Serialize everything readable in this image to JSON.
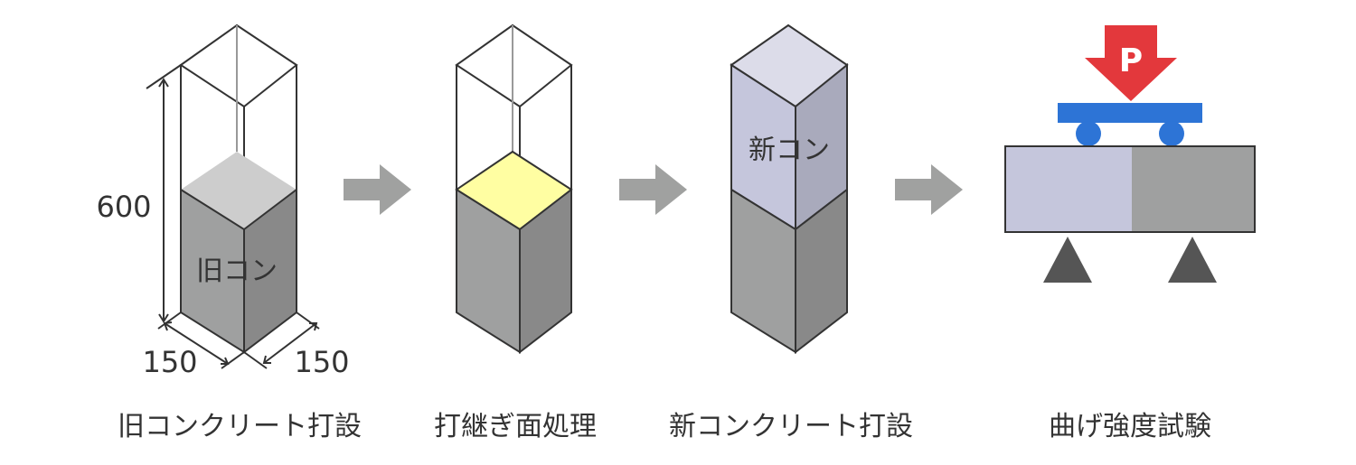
{
  "steps": [
    {
      "caption": "旧コンクリート打設",
      "label": "旧コン"
    },
    {
      "caption": "打継ぎ面処理"
    },
    {
      "caption": "新コンクリート打設",
      "label": "新コン"
    },
    {
      "caption": "曲げ強度試験",
      "load_label": "P"
    }
  ],
  "dimensions": {
    "height": "600",
    "width": "150",
    "depth": "150"
  },
  "colors": {
    "old_concrete": "#9fa0a0",
    "old_concrete_side": "#898989",
    "new_concrete": "#c5c6dc",
    "new_concrete_side": "#a9aabc",
    "new_concrete_top": "#dcdce9",
    "joint_surface": "#fffea2",
    "arrow": "#a0a1a0",
    "load_arrow": "#e3383c",
    "loading_beam": "#2d74d6",
    "support": "#555555"
  }
}
